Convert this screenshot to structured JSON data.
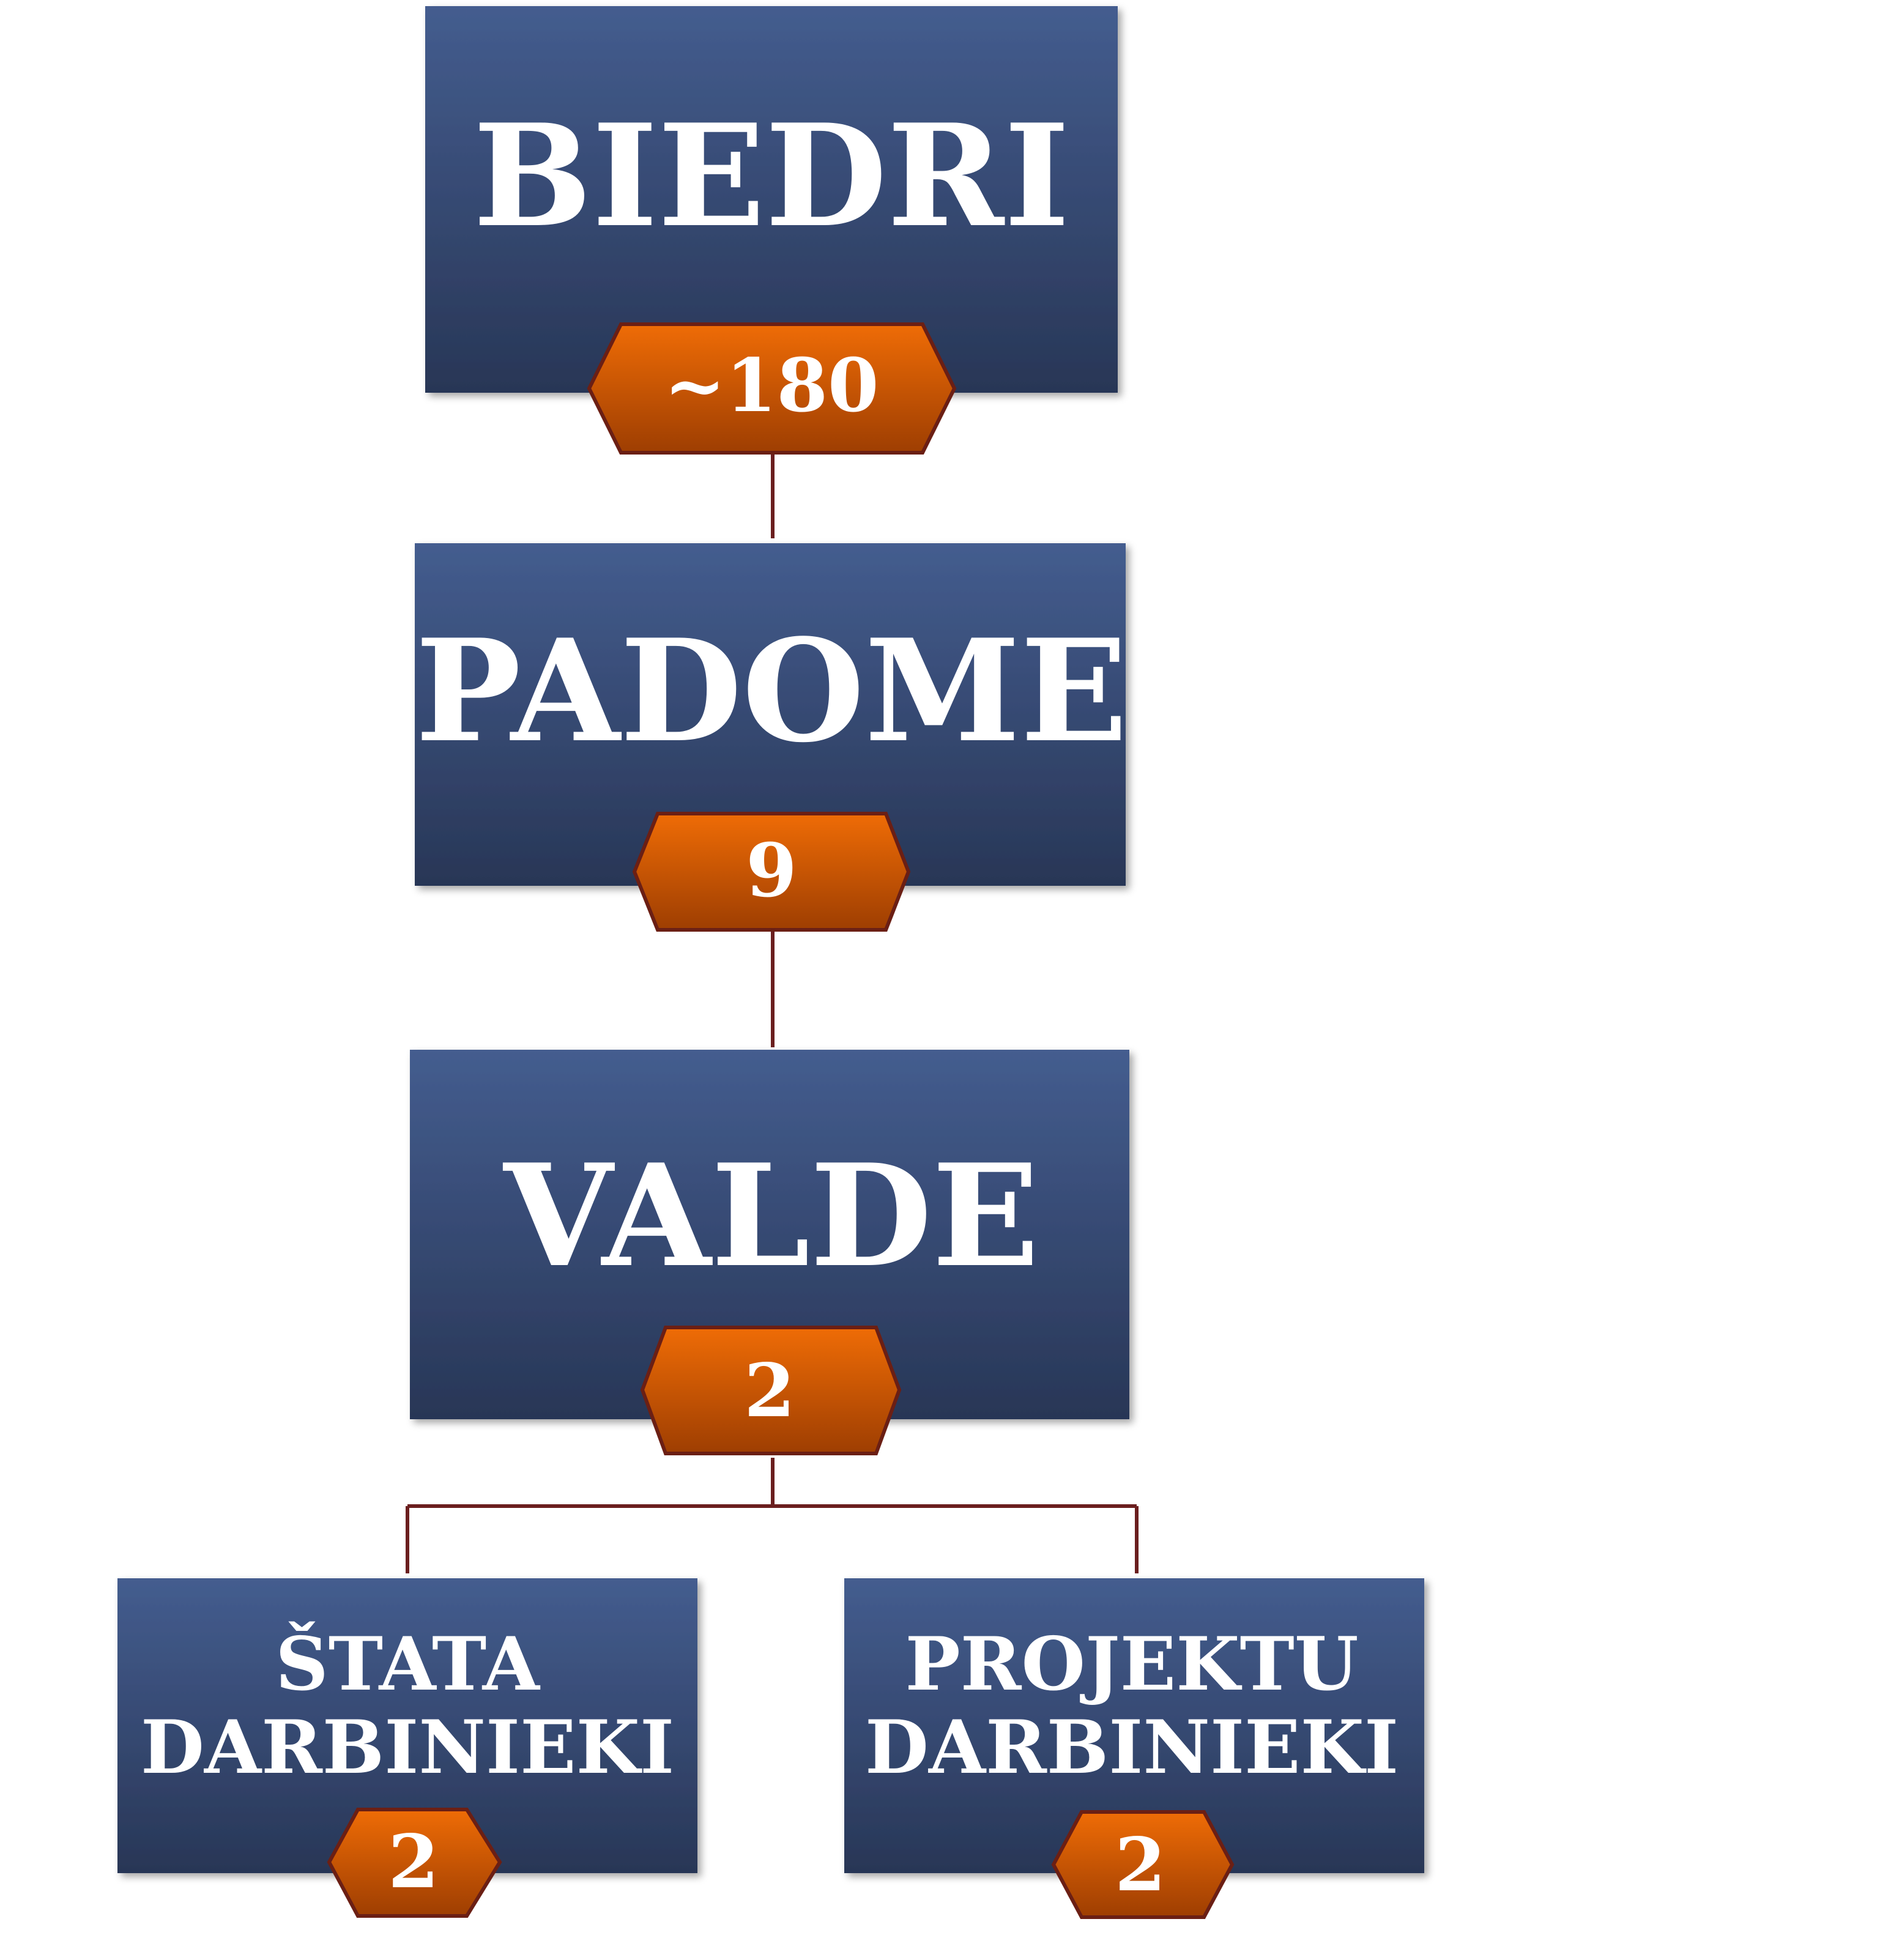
{
  "colors": {
    "box_top": "#445d8f",
    "box_bottom": "#283656",
    "badge_top": "#ef6c06",
    "badge_bottom": "#9e3e02",
    "badge_stroke": "#6b1f14",
    "connector": "#6b1f1f",
    "text": "#ffffff"
  },
  "nodes": {
    "biedri": {
      "label": "BIEDRI",
      "count": "~180"
    },
    "padome": {
      "label": "PADOME",
      "count": "9"
    },
    "valde": {
      "label": "VALDE",
      "count": "2"
    },
    "stata": {
      "label_line1": "ŠTATA",
      "label_line2": "DARBINIEKI",
      "count": "2"
    },
    "projektu": {
      "label_line1": "PROJEKTU",
      "label_line2": "DARBINIEKI",
      "count": "2"
    }
  }
}
